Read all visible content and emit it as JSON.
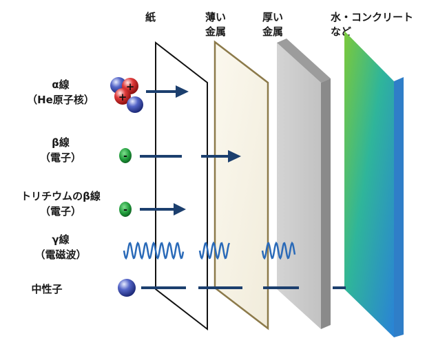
{
  "barriers": [
    {
      "key": "paper",
      "label_lines": [
        "紙"
      ]
    },
    {
      "key": "thin_metal",
      "label_lines": [
        "薄い",
        "金属"
      ]
    },
    {
      "key": "thick_metal",
      "label_lines": [
        "厚い",
        "金属"
      ]
    },
    {
      "key": "water_concrete",
      "label_lines": [
        "水・コンクリート",
        "など"
      ]
    }
  ],
  "radiations": [
    {
      "key": "alpha",
      "label_lines": [
        "α線",
        "（He原子核）"
      ],
      "particle": "alpha-nucleus",
      "symbol": "+",
      "stops_at": "paper"
    },
    {
      "key": "beta",
      "label_lines": [
        "β線",
        "（電子）"
      ],
      "particle": "electron",
      "symbol": "-",
      "stops_at": "thin_metal"
    },
    {
      "key": "tritium_beta",
      "label_lines": [
        "トリチウムのβ線",
        "（電子）"
      ],
      "particle": "electron",
      "symbol": "-",
      "stops_at": "paper"
    },
    {
      "key": "gamma",
      "label_lines": [
        "γ線",
        "（電磁波）"
      ],
      "particle": "wave",
      "stops_at": "thick_metal"
    },
    {
      "key": "neutron",
      "label_lines": [
        "中性子"
      ],
      "particle": "neutron",
      "stops_at": "water_concrete"
    }
  ],
  "colors": {
    "arrow": "#1c3f6e",
    "wave": "#2a6ab8",
    "electron": "#1f9a3a",
    "proton": "#d62828",
    "neutron": "#2c3f9e"
  }
}
